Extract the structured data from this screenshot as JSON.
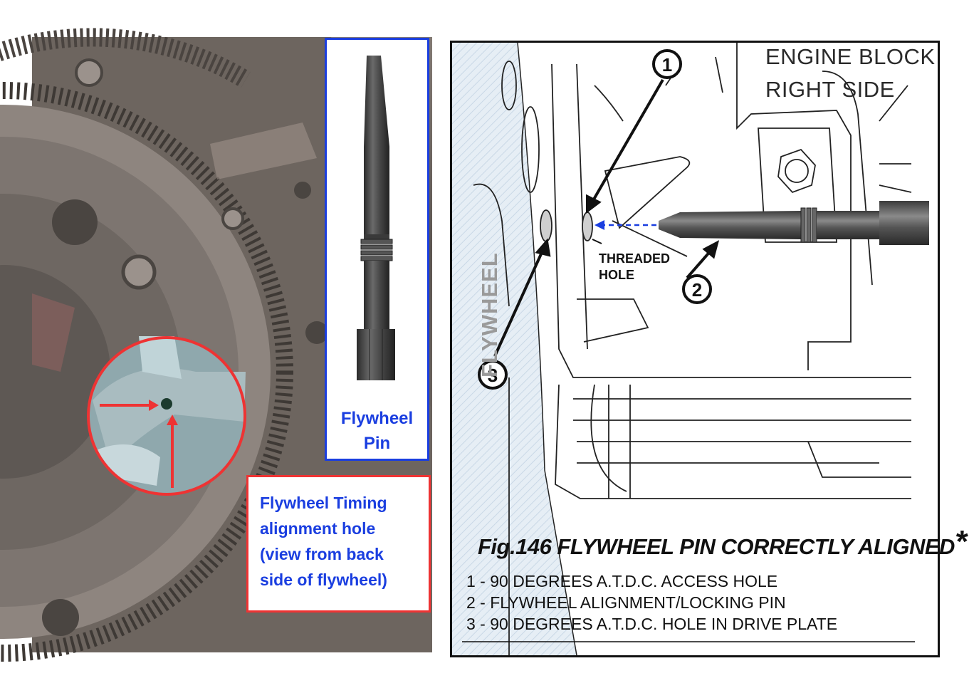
{
  "photo": {
    "pin_label_line1": "Flywheel",
    "pin_label_line2": "Pin",
    "timing_label_lines": [
      "Flywheel Timing",
      "alignment hole",
      "(view from back",
      "side of flywheel)"
    ]
  },
  "diagram": {
    "engine_block_line1": "ENGINE BLOCK",
    "engine_block_line2": "RIGHT SIDE",
    "threaded_hole_line1": "THREADED",
    "threaded_hole_line2": "HOLE",
    "flywheel_label": "FLYWHEEL",
    "callouts": [
      "1",
      "2",
      "3"
    ],
    "figure_title": "Fig.146 FLYWHEEL PIN CORRECTLY ALIGNED",
    "figure_title_mark": "*",
    "legend": [
      {
        "num": "1",
        "text": " - 90 DEGREES A.T.D.C. ACCESS HOLE"
      },
      {
        "num": "2",
        "text": " - FLYWHEEL ALIGNMENT/LOCKING PIN"
      },
      {
        "num": "3",
        "text": " - 90 DEGREES A.T.D.C. HOLE IN DRIVE PLATE"
      }
    ]
  },
  "colors": {
    "blue_accent": "#1a3ee0",
    "red_accent": "#ee3333",
    "flywheel_hatch": "#dce8f2"
  }
}
